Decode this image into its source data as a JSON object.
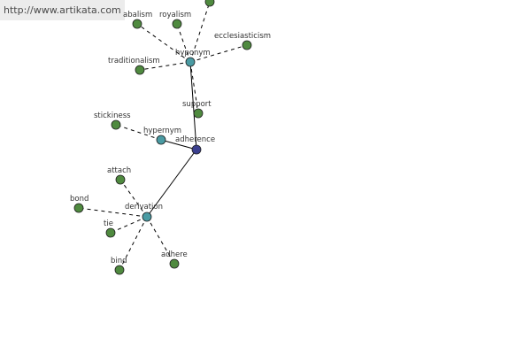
{
  "header": {
    "url": "http://www.artikata.com"
  },
  "colors": {
    "leaf_node": "#4f8a3f",
    "relation_node": "#4a9ba3",
    "root_node": "#3b3f8f",
    "edge": "#000000"
  },
  "graph": {
    "nodes": [
      {
        "id": "adherence",
        "label": "adherence",
        "kind": "root"
      },
      {
        "id": "hyponym",
        "label": "hyponym",
        "kind": "relation"
      },
      {
        "id": "hypernym",
        "label": "hypernym",
        "kind": "relation"
      },
      {
        "id": "derivation",
        "label": "derivation",
        "kind": "relation"
      },
      {
        "id": "support",
        "label": "support",
        "kind": "leaf"
      },
      {
        "id": "abalism",
        "label": "abalism",
        "kind": "leaf"
      },
      {
        "id": "royalism",
        "label": "royalism",
        "kind": "leaf"
      },
      {
        "id": "top-leaf",
        "label": "",
        "kind": "leaf"
      },
      {
        "id": "ecclesiasticism",
        "label": "ecclesiasticism",
        "kind": "leaf"
      },
      {
        "id": "traditionalism",
        "label": "traditionalism",
        "kind": "leaf"
      },
      {
        "id": "stickiness",
        "label": "stickiness",
        "kind": "leaf"
      },
      {
        "id": "attach",
        "label": "attach",
        "kind": "leaf"
      },
      {
        "id": "bond",
        "label": "bond",
        "kind": "leaf"
      },
      {
        "id": "tie",
        "label": "tie",
        "kind": "leaf"
      },
      {
        "id": "bind",
        "label": "bind",
        "kind": "leaf"
      },
      {
        "id": "adhere",
        "label": "adhere",
        "kind": "leaf"
      }
    ],
    "edges": [
      {
        "from": "adherence",
        "to": "hyponym",
        "style": "solid"
      },
      {
        "from": "adherence",
        "to": "hypernym",
        "style": "solid"
      },
      {
        "from": "adherence",
        "to": "derivation",
        "style": "solid"
      },
      {
        "from": "hyponym",
        "to": "support",
        "style": "dashed"
      },
      {
        "from": "hyponym",
        "to": "abalism",
        "style": "dashed"
      },
      {
        "from": "hyponym",
        "to": "royalism",
        "style": "dashed"
      },
      {
        "from": "hyponym",
        "to": "top-leaf",
        "style": "dashed"
      },
      {
        "from": "hyponym",
        "to": "ecclesiasticism",
        "style": "dashed"
      },
      {
        "from": "hyponym",
        "to": "traditionalism",
        "style": "dashed"
      },
      {
        "from": "hypernym",
        "to": "stickiness",
        "style": "dashed"
      },
      {
        "from": "derivation",
        "to": "attach",
        "style": "dashed"
      },
      {
        "from": "derivation",
        "to": "bond",
        "style": "dashed"
      },
      {
        "from": "derivation",
        "to": "tie",
        "style": "dashed"
      },
      {
        "from": "derivation",
        "to": "bind",
        "style": "dashed"
      },
      {
        "from": "derivation",
        "to": "adhere",
        "style": "dashed"
      }
    ]
  }
}
